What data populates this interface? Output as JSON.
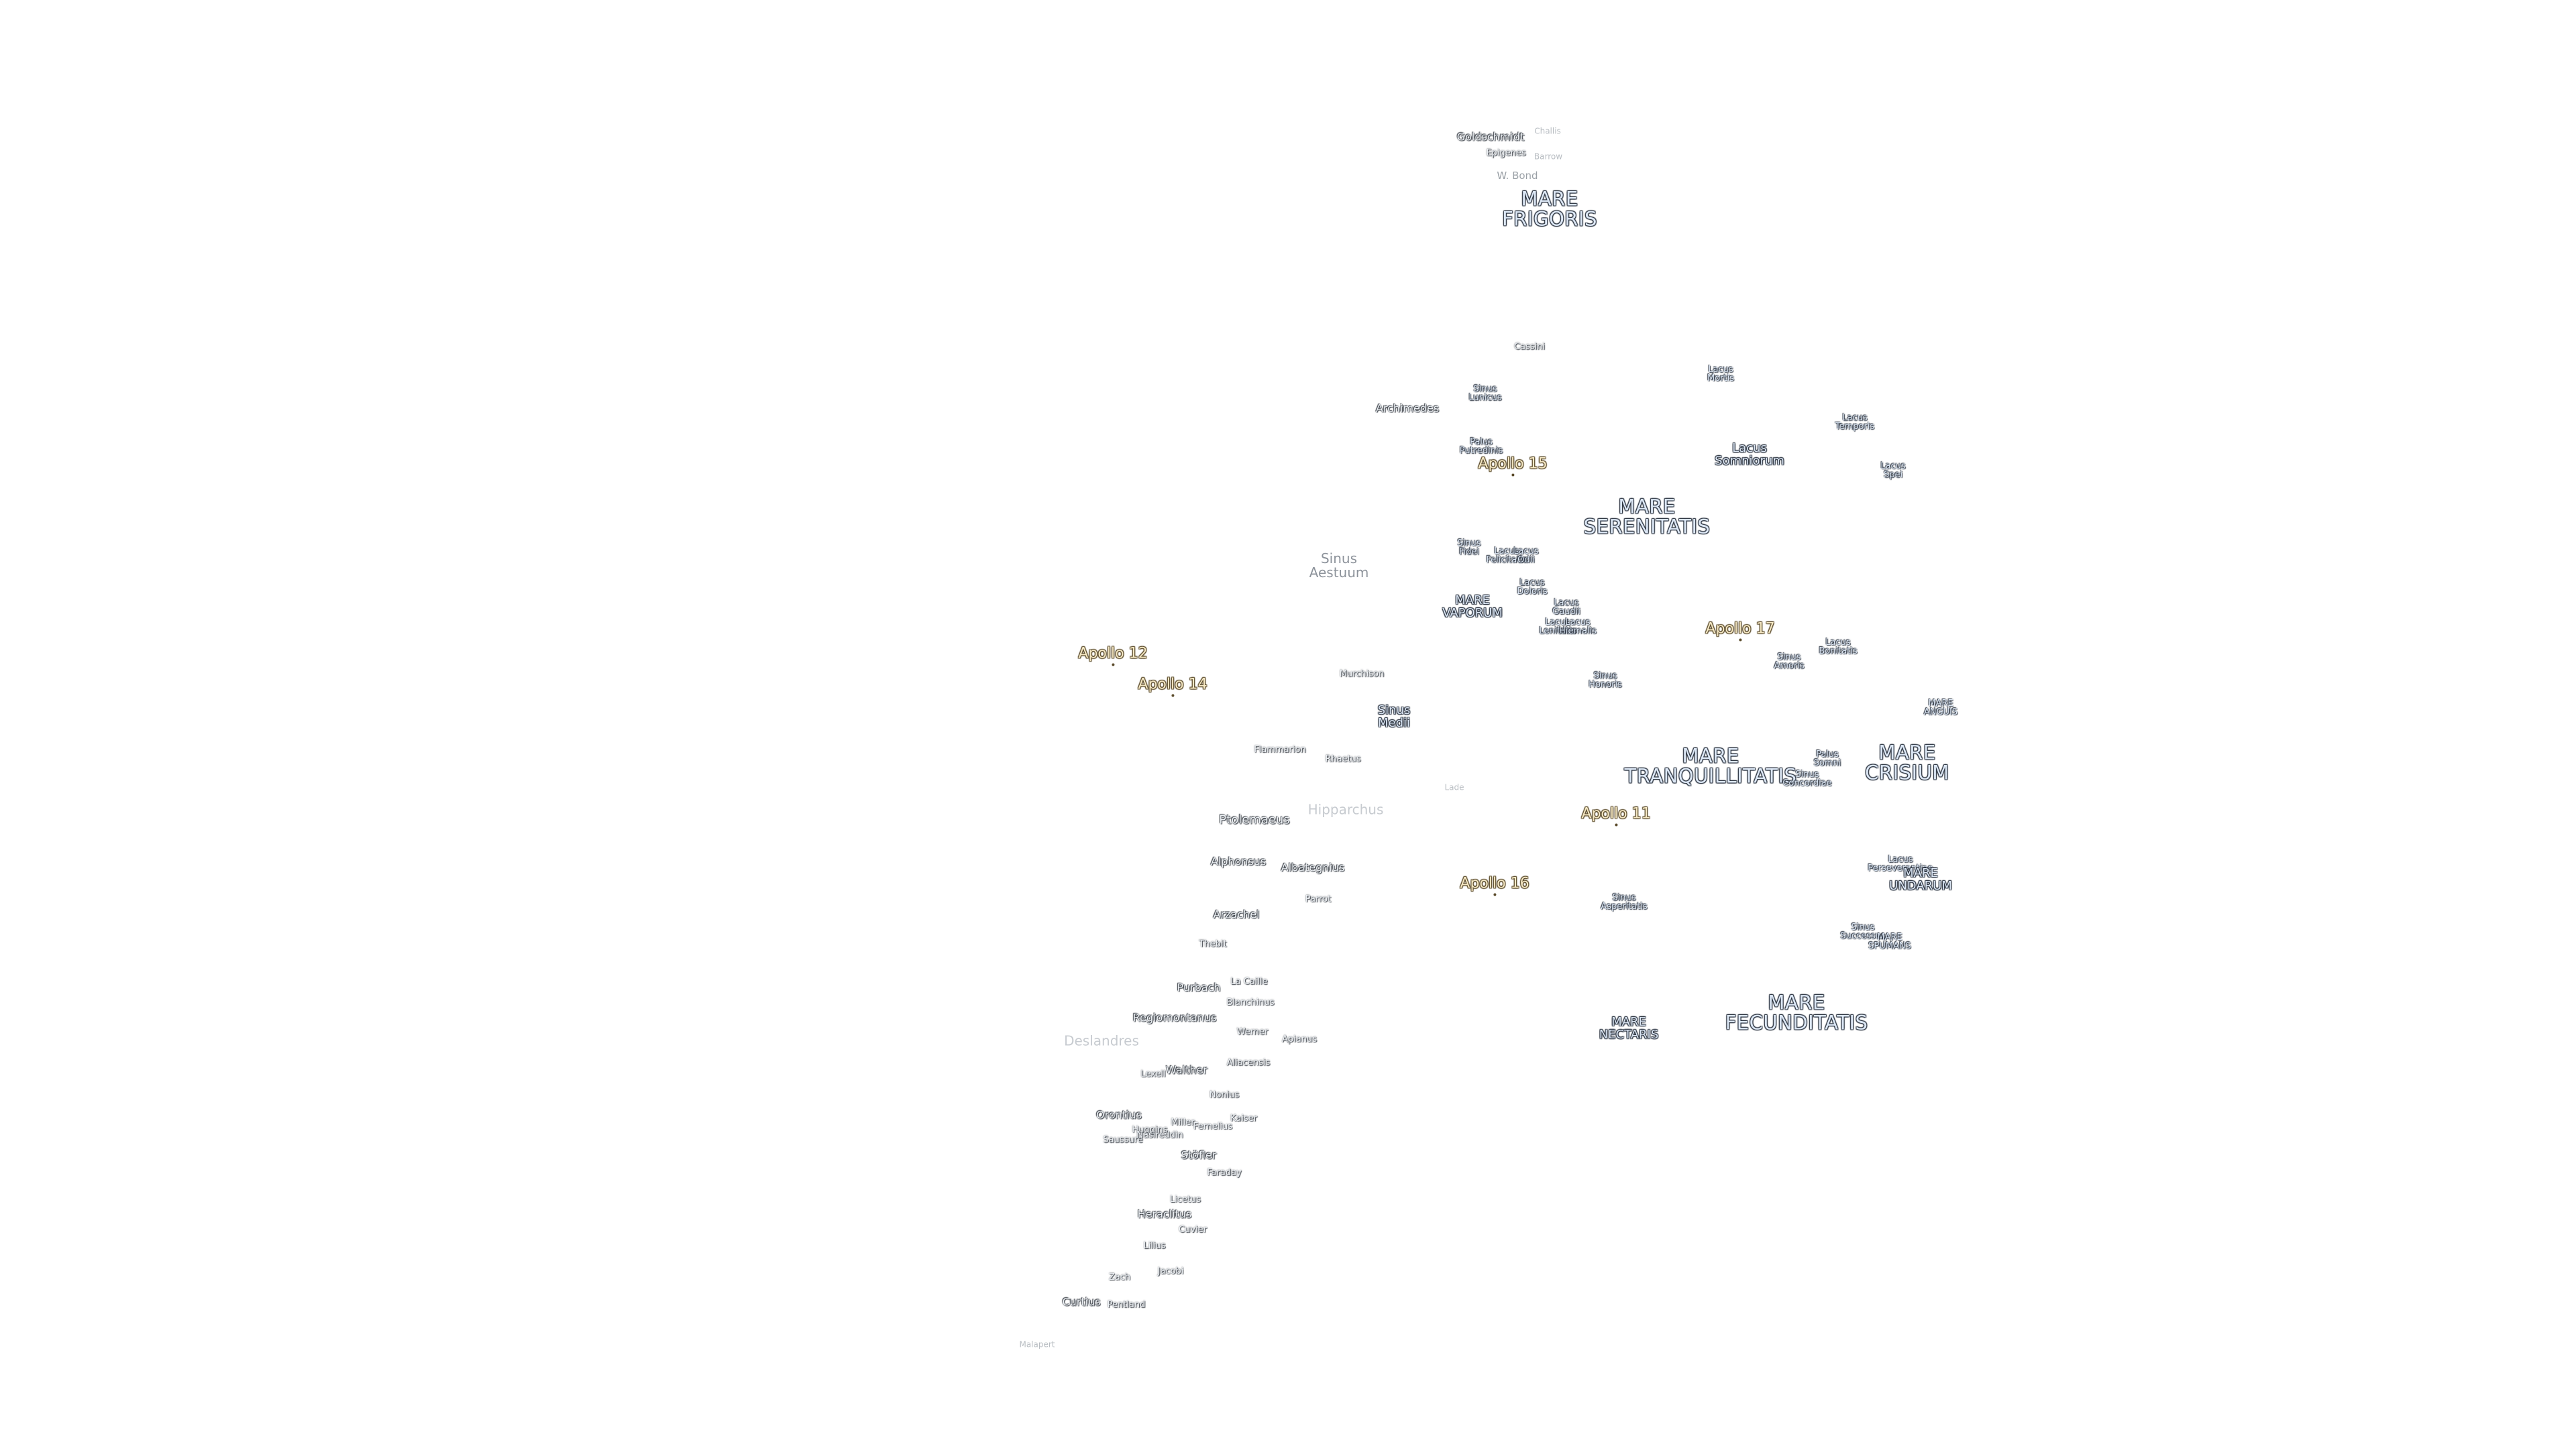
{
  "labels": [
    {
      "id": "mare-frigoris",
      "text": "MARE\nFRIGORIS",
      "cls": "mare"
    },
    {
      "id": "goldschmidt",
      "text": "Goldschmidt",
      "cls": "crater"
    },
    {
      "id": "challis",
      "text": "Challis",
      "cls": "faint-xs"
    },
    {
      "id": "epigenes",
      "text": "Epigenes",
      "cls": "crater-s"
    },
    {
      "id": "barrow",
      "text": "Barrow",
      "cls": "faint-xs"
    },
    {
      "id": "w-bond",
      "text": "W. Bond",
      "cls": "faint"
    },
    {
      "id": "cassini",
      "text": "Cassini",
      "cls": "crater-s"
    },
    {
      "id": "archimedes",
      "text": "Archimedes",
      "cls": "crater"
    },
    {
      "id": "sinus-lunicus",
      "text": "Sinus\nLunicus",
      "cls": "minor"
    },
    {
      "id": "palus-putredinis",
      "text": "Palus\nPutredinis",
      "cls": "minor"
    },
    {
      "id": "apollo-15",
      "text": "Apollo 15",
      "cls": "apollo"
    },
    {
      "id": "lacus-mortis",
      "text": "Lacus\nMortis",
      "cls": "minor"
    },
    {
      "id": "lacus-somniorum",
      "text": "Lacus\nSomniorum",
      "cls": "mare-s"
    },
    {
      "id": "lacus-temporis",
      "text": "Lacus\nTemporis",
      "cls": "minor"
    },
    {
      "id": "lacus-spei",
      "text": "Lacus\nSpei",
      "cls": "minor"
    },
    {
      "id": "mare-serenitatis",
      "text": "MARE\nSERENITATIS",
      "cls": "mare"
    },
    {
      "id": "sinus-aestuum",
      "text": "Sinus\nAestuum",
      "cls": "sinus"
    },
    {
      "id": "sinus-fidei",
      "text": "Sinus\nFidei",
      "cls": "minor"
    },
    {
      "id": "lacus-felicitatis",
      "text": "Lacus\nFelicitatis",
      "cls": "minor"
    },
    {
      "id": "lacus-odii",
      "text": "Lacus\nOdii",
      "cls": "minor"
    },
    {
      "id": "lacus-doloris",
      "text": "Lacus\nDoloris",
      "cls": "minor"
    },
    {
      "id": "mare-vaporum",
      "text": "MARE\nVAPORUM",
      "cls": "mare-s"
    },
    {
      "id": "lacus-gaudii",
      "text": "Lacus\nGaudii",
      "cls": "minor"
    },
    {
      "id": "lacus-lenitatis",
      "text": "Lacus\nLenitatis",
      "cls": "minor"
    },
    {
      "id": "lacus-hiemalis",
      "text": "Lacus\nHiemalis",
      "cls": "minor"
    },
    {
      "id": "apollo-17",
      "text": "Apollo 17",
      "cls": "apollo"
    },
    {
      "id": "lacus-bonitatis",
      "text": "Lacus\nBonitatis",
      "cls": "minor"
    },
    {
      "id": "sinus-amoris",
      "text": "Sinus\nAmoris",
      "cls": "minor"
    },
    {
      "id": "sinus-honoris",
      "text": "Sinus\nHonoris",
      "cls": "minor"
    },
    {
      "id": "mare-anguis",
      "text": "MARE\nANGUIS",
      "cls": "minor"
    },
    {
      "id": "apollo-12",
      "text": "Apollo 12",
      "cls": "apollo"
    },
    {
      "id": "apollo-14",
      "text": "Apollo 14",
      "cls": "apollo"
    },
    {
      "id": "murchison",
      "text": "Murchison",
      "cls": "crater-s"
    },
    {
      "id": "sinus-medii",
      "text": "Sinus\nMedii",
      "cls": "mare-s"
    },
    {
      "id": "flammarion",
      "text": "Flammarion",
      "cls": "crater-s"
    },
    {
      "id": "rhaetus",
      "text": "Rhaetus",
      "cls": "crater-s"
    },
    {
      "id": "mare-tranquillitatis",
      "text": "MARE\nTRANQUILLITATIS",
      "cls": "mare"
    },
    {
      "id": "palus-somni",
      "text": "Palus\nSomni",
      "cls": "minor"
    },
    {
      "id": "sinus-concordiae",
      "text": "Sinus\nConcordiae",
      "cls": "minor"
    },
    {
      "id": "mare-crisium",
      "text": "MARE\nCRISIUM",
      "cls": "mare"
    },
    {
      "id": "lade",
      "text": "Lade",
      "cls": "faint-xs"
    },
    {
      "id": "ptolemaeus",
      "text": "Ptolemaeus",
      "cls": "crater-m"
    },
    {
      "id": "hipparchus",
      "text": "Hipparchus",
      "cls": "faint-l"
    },
    {
      "id": "apollo-11",
      "text": "Apollo 11",
      "cls": "apollo"
    },
    {
      "id": "alphonsus",
      "text": "Alphonsus",
      "cls": "crater"
    },
    {
      "id": "albategnius",
      "text": "Albategnius",
      "cls": "crater"
    },
    {
      "id": "apollo-16",
      "text": "Apollo 16",
      "cls": "apollo"
    },
    {
      "id": "sinus-asperitatis",
      "text": "Sinus\nAsperitatis",
      "cls": "minor"
    },
    {
      "id": "lacus-perseverantiae",
      "text": "Lacus\nPerseverantiae",
      "cls": "minor"
    },
    {
      "id": "mare-undarum",
      "text": "MARE\nUNDARUM",
      "cls": "mare-s"
    },
    {
      "id": "parrot",
      "text": "Parrot",
      "cls": "crater-s"
    },
    {
      "id": "arzachel",
      "text": "Arzachel",
      "cls": "crater"
    },
    {
      "id": "sinus-successus",
      "text": "Sinus\nSuccessus",
      "cls": "minor"
    },
    {
      "id": "mare-spumans",
      "text": "MARE\nSPUMANS",
      "cls": "minor"
    },
    {
      "id": "thebit",
      "text": "Thebit",
      "cls": "crater-s"
    },
    {
      "id": "purbach",
      "text": "Purbach",
      "cls": "crater"
    },
    {
      "id": "la-caille",
      "text": "La Caille",
      "cls": "crater-s"
    },
    {
      "id": "blanchinus",
      "text": "Blanchinus",
      "cls": "crater-s"
    },
    {
      "id": "regiomontanus",
      "text": "Regiomontanus",
      "cls": "crater"
    },
    {
      "id": "mare-fecunditatis",
      "text": "MARE\nFECUNDITATIS",
      "cls": "mare"
    },
    {
      "id": "mare-nectaris",
      "text": "MARE\nNECTARIS",
      "cls": "mare-s"
    },
    {
      "id": "deslandres",
      "text": "Deslandres",
      "cls": "faint-l"
    },
    {
      "id": "werner",
      "text": "Werner",
      "cls": "crater-s"
    },
    {
      "id": "apianus",
      "text": "Apianus",
      "cls": "crater-s"
    },
    {
      "id": "aliacensis",
      "text": "Aliacensis",
      "cls": "crater-s"
    },
    {
      "id": "lexell",
      "text": "Lexell",
      "cls": "crater-s"
    },
    {
      "id": "walther",
      "text": "Walther",
      "cls": "crater"
    },
    {
      "id": "nonius",
      "text": "Nonius",
      "cls": "crater-s"
    },
    {
      "id": "orontius",
      "text": "Orontius",
      "cls": "crater"
    },
    {
      "id": "kaiser",
      "text": "Kaiser",
      "cls": "crater-s"
    },
    {
      "id": "huggins",
      "text": "Huggins",
      "cls": "crater-s"
    },
    {
      "id": "miller",
      "text": "Miller",
      "cls": "crater-s"
    },
    {
      "id": "fernelius",
      "text": "Fernelius",
      "cls": "crater-s"
    },
    {
      "id": "saussure",
      "text": "Saussure",
      "cls": "crater-s"
    },
    {
      "id": "nasireddin",
      "text": "Nasireddin",
      "cls": "crater-s"
    },
    {
      "id": "stoefler",
      "text": "Stöfler",
      "cls": "crater"
    },
    {
      "id": "faraday",
      "text": "Faraday",
      "cls": "crater-s"
    },
    {
      "id": "licetus",
      "text": "Licetus",
      "cls": "crater-s"
    },
    {
      "id": "heraclitus",
      "text": "Heraclitus",
      "cls": "crater"
    },
    {
      "id": "cuvier",
      "text": "Cuvier",
      "cls": "crater-s"
    },
    {
      "id": "lilius",
      "text": "Lilius",
      "cls": "crater-s"
    },
    {
      "id": "jacobi",
      "text": "Jacobi",
      "cls": "crater-s"
    },
    {
      "id": "zach",
      "text": "Zach",
      "cls": "crater-s"
    },
    {
      "id": "curtius",
      "text": "Curtius",
      "cls": "crater"
    },
    {
      "id": "pentland",
      "text": "Pentland",
      "cls": "crater-s"
    },
    {
      "id": "malapert",
      "text": "Malapert",
      "cls": "faint-xs"
    }
  ]
}
